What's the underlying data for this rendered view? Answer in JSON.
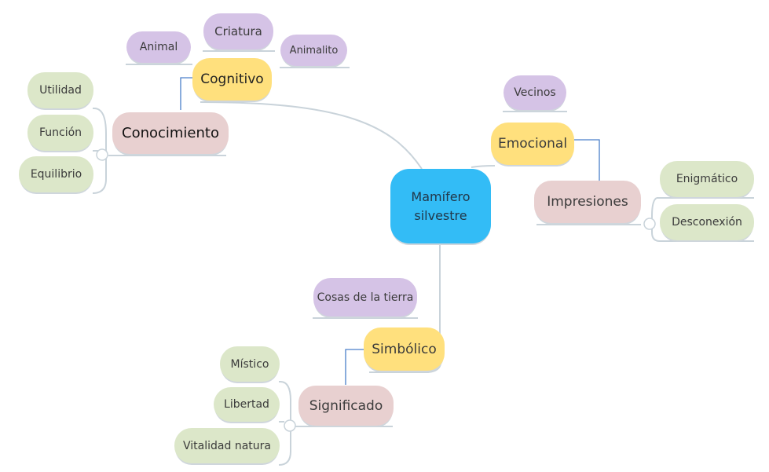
{
  "colors": {
    "center": "#33BCF6",
    "main_topic": "#FFE07D",
    "subtopic": "#E8D0D0",
    "synonym": "#D5C3E6",
    "detail": "#DCE7C9",
    "connector": "#4A7FC9",
    "branch": "#C9D3DA"
  },
  "center": "Mamífero silvestre",
  "branches": {
    "cognitivo": {
      "label": "Cognitivo",
      "synonyms": [
        "Animal",
        "Criatura",
        "Animalito"
      ],
      "sub": {
        "label": "Conocimiento",
        "details": [
          "Utilidad",
          "Función",
          "Equilibrio"
        ]
      }
    },
    "emocional": {
      "label": "Emocional",
      "synonyms": [
        "Vecinos"
      ],
      "sub": {
        "label": "Impresiones",
        "details": [
          "Enigmático",
          "Desconexión"
        ]
      }
    },
    "simbolico": {
      "label": "Simbólico",
      "synonyms": [
        "Cosas de la tierra"
      ],
      "sub": {
        "label": "Significado",
        "details": [
          "Místico",
          "Libertad",
          "Vitalidad natura"
        ]
      }
    }
  }
}
